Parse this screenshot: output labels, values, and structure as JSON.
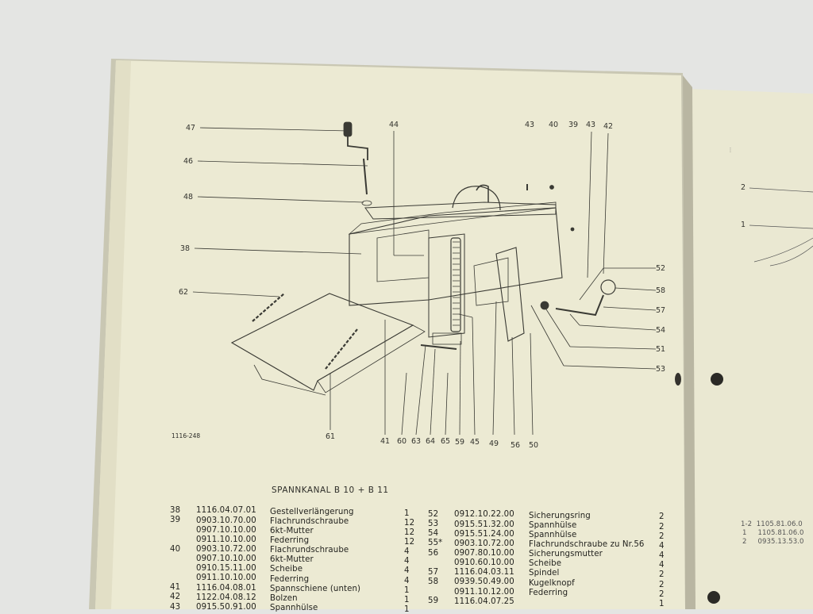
{
  "figure": {
    "number": "1116-248",
    "callouts_left": [
      "47",
      "46",
      "48",
      "38",
      "62"
    ],
    "callouts_top": [
      "44",
      "43",
      "40",
      "39",
      "43",
      "42"
    ],
    "callouts_right": [
      "52",
      "58",
      "57",
      "54",
      "51",
      "53"
    ],
    "callouts_bottom": [
      "61",
      "41",
      "60",
      "63",
      "64",
      "65",
      "59",
      "45",
      "49",
      "56",
      "50"
    ]
  },
  "parts_list": {
    "title": "SPANNKANAL B 10 + B 11",
    "left_rows": [
      {
        "pos": "38",
        "part": "1116.04.07.01",
        "name": "Gestellverlängerung",
        "qty": "1"
      },
      {
        "pos": "39",
        "part": "0903.10.70.00",
        "name": "Flachrundschraube",
        "qty": "12"
      },
      {
        "pos": "",
        "part": "0907.10.10.00",
        "name": "6kt-Mutter",
        "qty": "12"
      },
      {
        "pos": "",
        "part": "0911.10.10.00",
        "name": "Federring",
        "qty": "12"
      },
      {
        "pos": "40",
        "part": "0903.10.72.00",
        "name": "Flachrundschraube",
        "qty": "4"
      },
      {
        "pos": "",
        "part": "0907.10.10.00",
        "name": "6kt-Mutter",
        "qty": "4"
      },
      {
        "pos": "",
        "part": "0910.15.11.00",
        "name": "Scheibe",
        "qty": "4"
      },
      {
        "pos": "",
        "part": "0911.10.10.00",
        "name": "Federring",
        "qty": "4"
      },
      {
        "pos": "41",
        "part": "1116.04.08.01",
        "name": "Spannschiene (unten)",
        "qty": "1"
      },
      {
        "pos": "42",
        "part": "1122.04.08.12",
        "name": "Bolzen",
        "qty": "1"
      },
      {
        "pos": "43",
        "part": "0915.50.91.00",
        "name": "Spannhülse",
        "qty": "1"
      }
    ],
    "right_rows": [
      {
        "pos": "52",
        "part": "0912.10.22.00",
        "name": "Sicherungsring",
        "qty": "2"
      },
      {
        "pos": "53",
        "part": "0915.51.32.00",
        "name": "Spannhülse",
        "qty": "2"
      },
      {
        "pos": "54",
        "part": "0915.51.24.00",
        "name": "Spannhülse",
        "qty": "2"
      },
      {
        "pos": "55*",
        "part": "0903.10.72.00",
        "name": "Flachrundschraube zu Nr.56",
        "qty": "4"
      },
      {
        "pos": "56",
        "part": "0907.80.10.00",
        "name": "Sicherungsmutter",
        "qty": "4"
      },
      {
        "pos": "",
        "part": "0910.60.10.00",
        "name": "Scheibe",
        "qty": "4"
      },
      {
        "pos": "57",
        "part": "1116.04.03.11",
        "name": "Spindel",
        "qty": "2"
      },
      {
        "pos": "58",
        "part": "0939.50.49.00",
        "name": "Kugelknopf",
        "qty": "2"
      },
      {
        "pos": "",
        "part": "0911.10.12.00",
        "name": "Federring",
        "qty": "2"
      },
      {
        "pos": "59",
        "part": "1116.04.07.25",
        "name": "",
        "qty": "1"
      }
    ]
  },
  "next_page": {
    "callouts": [
      "2",
      "1"
    ],
    "rows": [
      {
        "pos": "1-2",
        "part": "1105.81.06.0"
      },
      {
        "pos": "1",
        "part": "1105.81.06.0"
      },
      {
        "pos": "2",
        "part": "0935.13.53.0"
      }
    ]
  },
  "colors": {
    "paper": "#ecead3",
    "background": "#e4e5e3",
    "ink": "#2a2a26"
  }
}
